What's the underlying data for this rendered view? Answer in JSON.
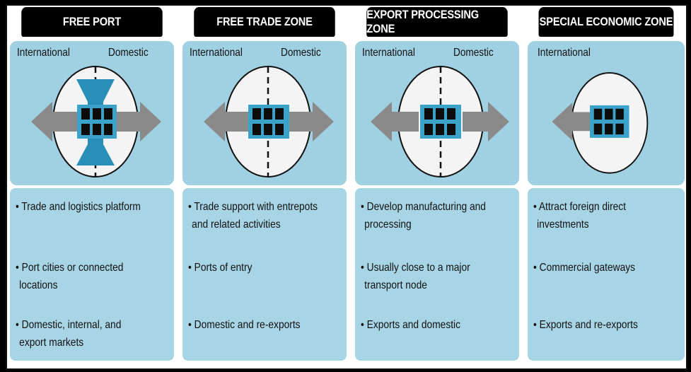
{
  "columns": [
    {
      "title": "FREE PORT",
      "labels": [
        "International",
        "Domestic"
      ],
      "bullets": [
        [
          "• Trade and logistics platform"
        ],
        [
          "• Port cities or connected",
          "locations"
        ],
        [
          "• Domestic, internal, and",
          "export markets"
        ]
      ]
    },
    {
      "title": "FREE TRADE ZONE",
      "labels": [
        "International",
        "Domestic"
      ],
      "bullets": [
        [
          "• Trade support with entrepots",
          "and related activities"
        ],
        [
          "• Ports of entry"
        ],
        [
          "• Domestic and re-exports"
        ]
      ]
    },
    {
      "title": "EXPORT PROCESSING ZONE",
      "labels": [
        "International",
        "Domestic"
      ],
      "bullets": [
        [
          "• Develop manufacturing and",
          "processing"
        ],
        [
          "• Usually close to a major",
          "transport node"
        ],
        [
          "• Exports and domestic"
        ]
      ]
    },
    {
      "title": "SPECIAL ECONOMIC ZONE",
      "labels": [
        "International"
      ],
      "bullets": [
        [
          "• Attract foreign direct",
          "investments"
        ],
        [
          "• Commercial gateways"
        ],
        [
          "• Exports and re-exports"
        ]
      ]
    }
  ],
  "colors": {
    "panel_top": "#9fd1e3",
    "panel_bottom": "#a7d5e6",
    "header": "#000000",
    "arrow": "#8a8a8a",
    "box": "#3ba3c9",
    "hourglass": "#2a8fb8"
  },
  "icons": [
    "zone-ellipse-icon",
    "warehouse-grid-icon",
    "arrow-icon",
    "hourglass-icon"
  ]
}
